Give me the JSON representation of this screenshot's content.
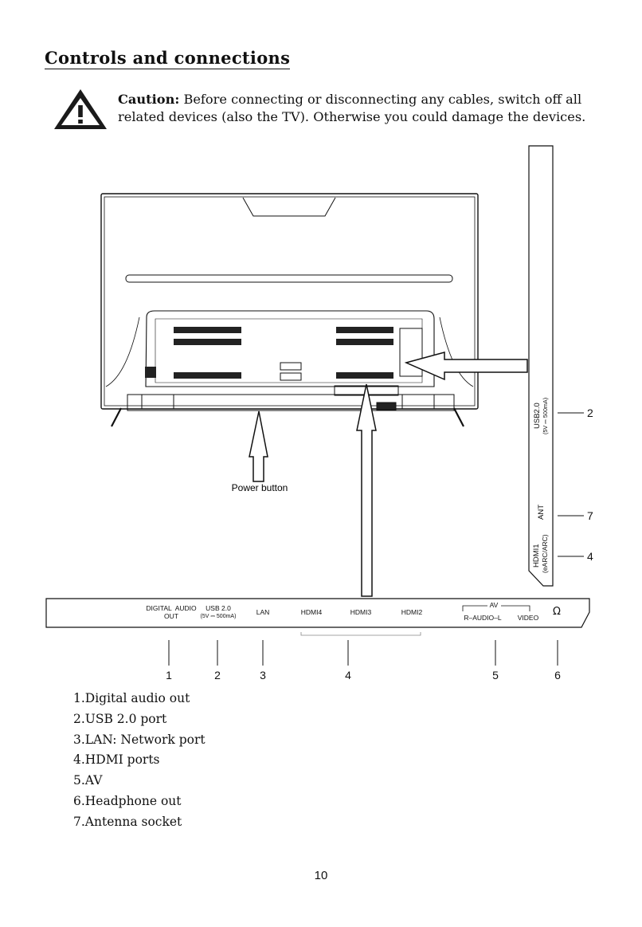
{
  "page": {
    "title": "Controls and connections",
    "page_number": "10"
  },
  "caution": {
    "label": "Caution:",
    "text": " Before connecting or disconnecting any cables, switch off all related devices (also the TV). Otherwise you could damage the devices.",
    "icon": "warning-triangle-icon"
  },
  "diagram": {
    "power_button_label": "Power button",
    "side_panel": {
      "usb_label": "USB2.0",
      "usb_spec": "(5V ⎓ 500mA)",
      "ant_label": "ANT",
      "hdmi1_label": "HDMI1",
      "hdmi1_spec": "(eARC/ARC)",
      "callouts": [
        "2",
        "7",
        "4"
      ]
    },
    "bottom_panel": {
      "digital_audio_label": "DIGITAL  AUDIO",
      "digital_audio_sub": "OUT",
      "usb_label": "USB 2.0",
      "usb_spec": "(5V ⎓ 500mA)",
      "lan_label": "LAN",
      "hdmi4_label": "HDMI4",
      "hdmi3_label": "HDMI3",
      "hdmi2_label": "HDMI2",
      "av_label": "AV",
      "audio_label": "R–AUDIO–L",
      "video_label": "VIDEO",
      "headphone_symbol": "Ω",
      "callouts": [
        "1",
        "2",
        "3",
        "4",
        "5",
        "6"
      ]
    }
  },
  "legend": [
    "1.Digital audio out",
    "2.USB 2.0 port",
    "3.LAN: Network port",
    "4.HDMI ports",
    "5.AV",
    "6.Headphone out",
    "7.Antenna socket"
  ]
}
